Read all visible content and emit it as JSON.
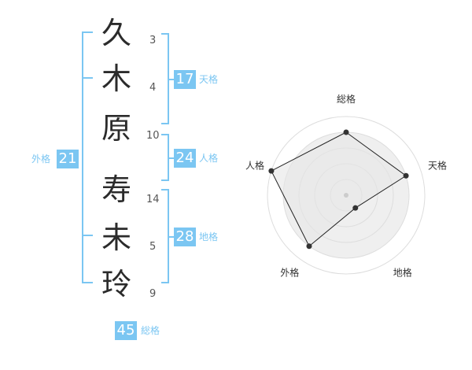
{
  "name_chars": [
    {
      "char": "久",
      "strokes": "3"
    },
    {
      "char": "木",
      "strokes": "4"
    },
    {
      "char": "原",
      "strokes": "10"
    },
    {
      "char": "寿",
      "strokes": "14"
    },
    {
      "char": "未",
      "strokes": "5"
    },
    {
      "char": "玲",
      "strokes": "9"
    }
  ],
  "fortunes": {
    "tenkaku": {
      "value": "17",
      "label": "天格"
    },
    "jinkaku": {
      "value": "24",
      "label": "人格"
    },
    "chikaku": {
      "value": "28",
      "label": "地格"
    },
    "gaikaku": {
      "value": "21",
      "label": "外格"
    },
    "soukaku": {
      "value": "45",
      "label": "総格"
    }
  },
  "colors": {
    "accent": "#7bc6f2",
    "chart_fill": "#ececec",
    "chart_line": "#222222"
  },
  "chart_data": {
    "type": "radar",
    "axes": [
      "総格",
      "天格",
      "地格",
      "外格",
      "人格"
    ],
    "max": 5,
    "values": [
      4,
      4,
      1,
      4,
      5
    ],
    "rings": 5
  }
}
